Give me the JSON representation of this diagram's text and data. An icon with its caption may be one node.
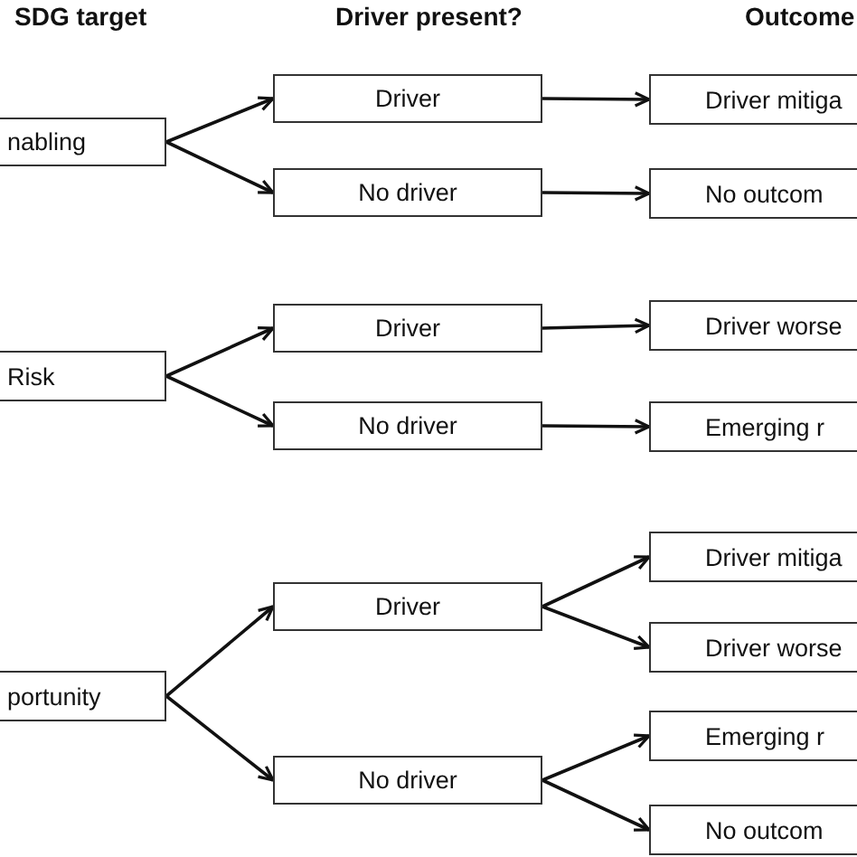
{
  "diagram": {
    "nodes": [
      {
        "text": [
          "nabling"
        ]
      },
      {
        "text": [
          "Driver"
        ]
      },
      {
        "text": [
          "No driver"
        ]
      },
      {
        "text": [
          "Driver mitiga"
        ]
      },
      {
        "text": [
          "No outcom"
        ]
      },
      {
        "text": [
          "Risk"
        ]
      },
      {
        "text": [
          "Driver"
        ]
      },
      {
        "text": [
          "No driver"
        ]
      },
      {
        "text": [
          "Driver worse"
        ]
      },
      {
        "text": [
          "Emerging r"
        ]
      },
      {
        "text": [
          "portunity"
        ]
      },
      {
        "text": [
          "Driver"
        ]
      },
      {
        "text": [
          "No driver"
        ]
      },
      {
        "text": [
          "Driver mitiga"
        ]
      },
      {
        "text": [
          "Driver worse"
        ]
      },
      {
        "text": [
          "Emerging r"
        ]
      },
      {
        "text": [
          "No outcom"
        ]
      }
    ],
    "edges": [
      {
        "from": 0,
        "to": 1,
        "arrow": "to"
      },
      {
        "from": 0,
        "to": 2,
        "arrow": "to"
      },
      {
        "from": 1,
        "to": 3,
        "arrow": "to"
      },
      {
        "from": 2,
        "to": 4,
        "arrow": "to"
      },
      {
        "from": 5,
        "to": 6,
        "arrow": "to"
      },
      {
        "from": 5,
        "to": 7,
        "arrow": "to"
      },
      {
        "from": 6,
        "to": 8,
        "arrow": "to"
      },
      {
        "from": 7,
        "to": 9,
        "arrow": "to"
      },
      {
        "from": 10,
        "to": 11,
        "arrow": "to"
      },
      {
        "from": 10,
        "to": 12,
        "arrow": "to"
      },
      {
        "from": 11,
        "to": 13,
        "arrow": "to"
      },
      {
        "from": 11,
        "to": 14,
        "arrow": "to"
      },
      {
        "from": 12,
        "to": 15,
        "arrow": "to"
      },
      {
        "from": 12,
        "to": 16,
        "arrow": "to"
      }
    ],
    "labels": [
      "SDG target",
      "Driver present?",
      "Outcome"
    ]
  }
}
